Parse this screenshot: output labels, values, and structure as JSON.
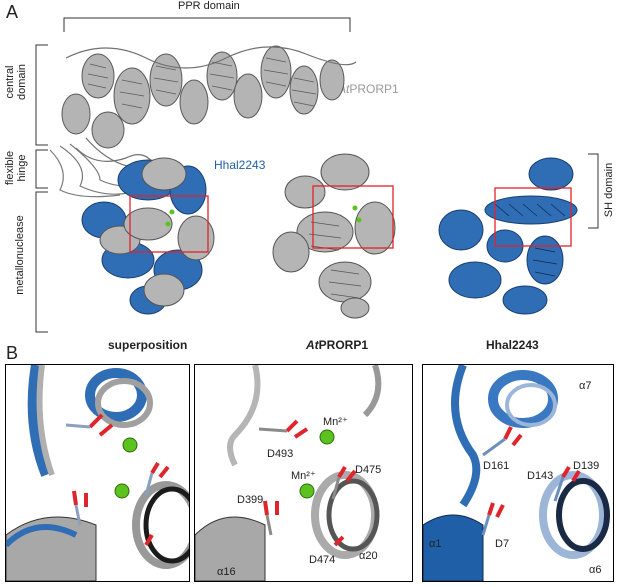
{
  "panel_a": {
    "letter": "A",
    "ppr_domain_label": "PPR domain",
    "central_domain_label": [
      "central",
      "domain"
    ],
    "flexible_hinge_label": [
      "flexible",
      "hinge"
    ],
    "metallonuclease_label": "metallonuclease",
    "sh_domain_label": "SH domain",
    "atprorp1_structure_label_italic": "At",
    "atprorp1_structure_label_rest": "PRORP1",
    "hhal_label": "Hhal2243",
    "captions": {
      "superposition": "superposition",
      "atprorp1_italic": "At",
      "atprorp1_rest": "PRORP1",
      "hhal": "Hhal2243"
    }
  },
  "panel_b": {
    "letter": "B",
    "middle_labels": {
      "d493": "D493",
      "mn_top": "Mn²⁺",
      "d475": "D475",
      "mn_left": "Mn²⁺",
      "d399": "D399",
      "d474": "D474",
      "alpha20": "α20",
      "alpha16": "α16"
    },
    "right_labels": {
      "alpha7": "α7",
      "d161": "D161",
      "d143": "D143",
      "d139": "D139",
      "d7": "D7",
      "alpha1": "α1",
      "alpha6": "α6"
    }
  },
  "colors": {
    "gray_ribbon": "#a9a9a9",
    "dark_gray": "#6f6f6f",
    "blue_ribbon": "#1f5fa8",
    "red_box": "#e0242c",
    "mn_green": "#5cc21d",
    "oxygen_red": "#e0242c"
  }
}
